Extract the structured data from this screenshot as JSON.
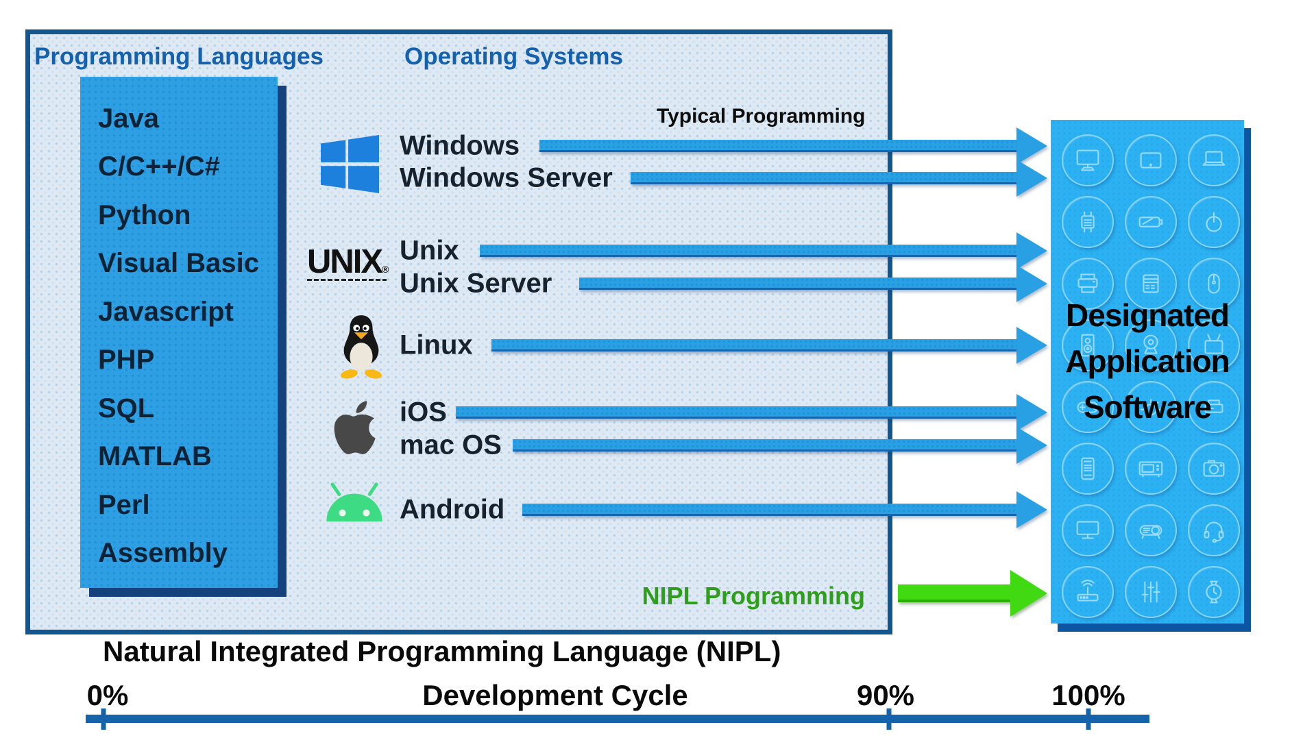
{
  "headers": {
    "programming_languages": "Programming Languages",
    "operating_systems": "Operating Systems"
  },
  "annotations": {
    "typical_programming": "Typical Programming",
    "nipl_programming": "NIPL Programming"
  },
  "languages": {
    "items": [
      "Java",
      "C/C++/C#",
      "Python",
      "Visual Basic",
      "Javascript",
      "PHP",
      "SQL",
      "MATLAB",
      "Perl",
      "Assembly"
    ]
  },
  "os_rows": [
    {
      "id": "windows",
      "label": "Windows"
    },
    {
      "id": "windows-server",
      "label": "Windows Server"
    },
    {
      "id": "unix",
      "label": "Unix"
    },
    {
      "id": "unix-server",
      "label": "Unix Server"
    },
    {
      "id": "linux",
      "label": "Linux"
    },
    {
      "id": "ios",
      "label": "iOS"
    },
    {
      "id": "macos",
      "label": "mac OS"
    },
    {
      "id": "android",
      "label": "Android"
    }
  ],
  "unix_logo": {
    "word": "UNIX",
    "reg": "®"
  },
  "panel": {
    "title_lines": [
      "Designated",
      "Application",
      "Software"
    ],
    "icons": [
      "desktop-computer",
      "tablet",
      "laptop",
      "server-rack",
      "battery",
      "power-button",
      "printer",
      "cash-register",
      "mouse",
      "speaker",
      "webcam",
      "tv-antenna",
      "game-controller",
      "smart-light",
      "card-reader",
      "smartphone",
      "microwave",
      "camera",
      "monitor",
      "projector",
      "headset",
      "wifi-router",
      "equalizer",
      "smartwatch"
    ]
  },
  "footer": {
    "title": "Natural Integrated Programming Language (NIPL)",
    "timeline": {
      "start_label": "0%",
      "mid_label": "Development Cycle",
      "p90_label": "90%",
      "p100_label": "100%"
    }
  },
  "colors": {
    "outer_box_border": "#11568e",
    "outer_box_fill": "#dfe9f3",
    "languages_box_fill": "#2d9fe2",
    "box_shadow_navy": "#15417c",
    "header_blue": "#1661ae",
    "arrow_blue": "#2aa0e4",
    "arrow_edge_blue": "#1566ad",
    "nipl_green": "#41d911",
    "nipl_text_green": "#2f9e1d",
    "panel_fill": "#2cb1f2",
    "panel_shadow": "#0c55a3",
    "panel_icon_stroke": "#9adcf8",
    "windows_logo_blue": "#1e80dd",
    "android_green": "#3ddc84",
    "timeline_blue": "#1563a8"
  }
}
